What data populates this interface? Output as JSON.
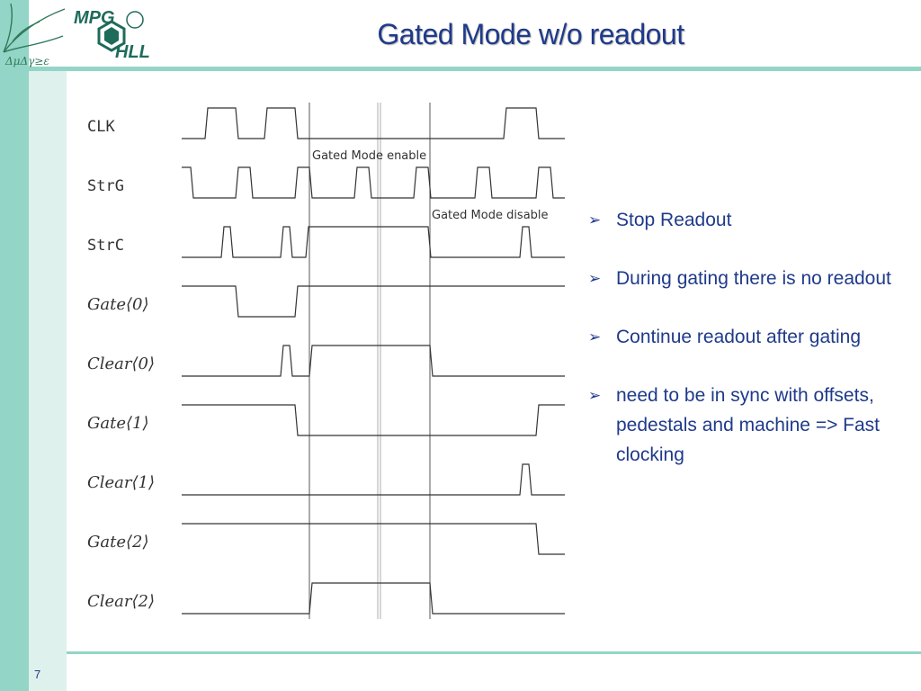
{
  "title": "Gated Mode w/o readout",
  "page_number": "7",
  "logo": {
    "text": "MPG HLL",
    "letters": [
      "MPG",
      "HLL"
    ],
    "squiggle": "ΔμΔγ≥ε"
  },
  "annotations": {
    "enable": "Gated Mode enable",
    "disable": "Gated Mode disable"
  },
  "signals": [
    {
      "id": "clk",
      "label": "CLK",
      "mono": true
    },
    {
      "id": "strg",
      "label": "StrG",
      "mono": true
    },
    {
      "id": "strc",
      "label": "StrC",
      "mono": true
    },
    {
      "id": "gate0",
      "label": "Gate⟨0⟩",
      "mono": false
    },
    {
      "id": "clear0",
      "label": "Clear⟨0⟩",
      "mono": false
    },
    {
      "id": "gate1",
      "label": "Gate⟨1⟩",
      "mono": false
    },
    {
      "id": "clear1",
      "label": "Clear⟨1⟩",
      "mono": false
    },
    {
      "id": "gate2",
      "label": "Gate⟨2⟩",
      "mono": false
    },
    {
      "id": "clear2",
      "label": "Clear⟨2⟩",
      "mono": false
    }
  ],
  "bullets": [
    "Stop Readout",
    "During gating there is no readout",
    "Continue readout after gating",
    "need to be in sync with offsets, pedestals and machine => Fast clocking"
  ],
  "colors": {
    "accent": "#93d5c6",
    "title": "#1f3a8a",
    "trace": "#333333"
  },
  "icons": {
    "bullet": "arrowhead-bullet-icon"
  }
}
